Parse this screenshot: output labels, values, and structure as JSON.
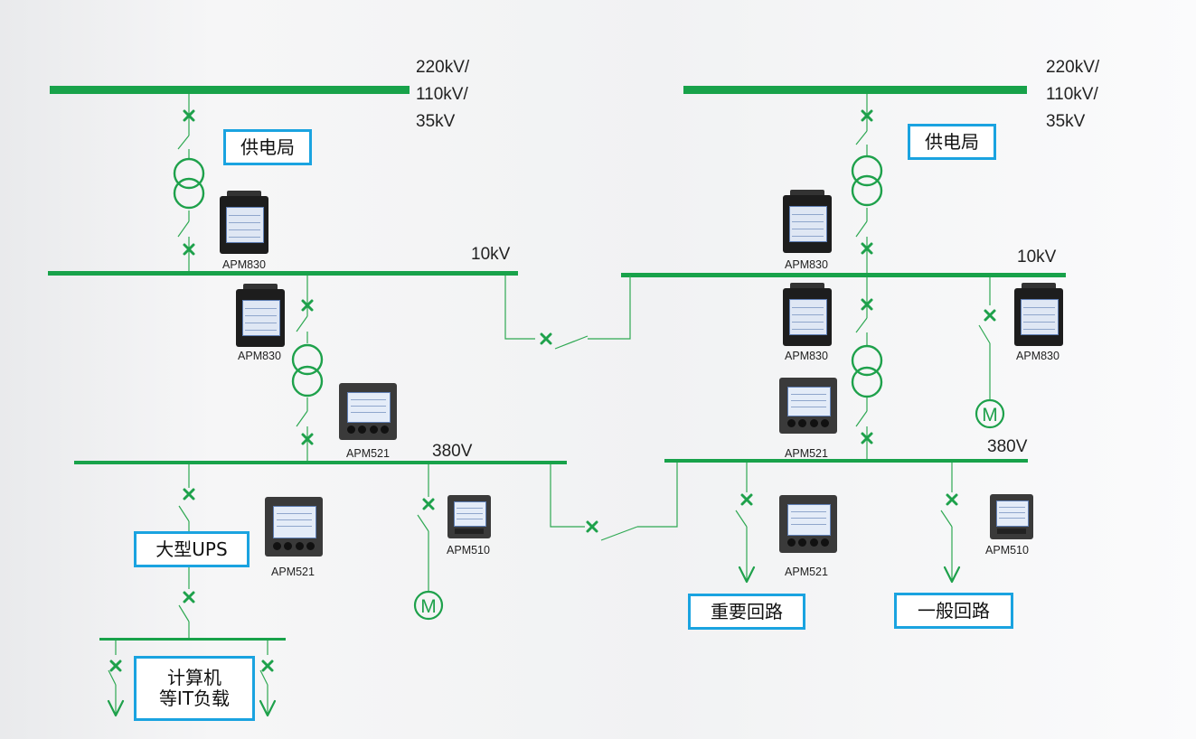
{
  "voltages": {
    "hv_left": [
      "220kV/",
      "110kV/",
      "35kV"
    ],
    "hv_right": [
      "220kV/",
      "110kV/",
      "35kV"
    ],
    "mv_left": "10kV",
    "mv_right": "10kV",
    "lv_left": "380V",
    "lv_right": "380V"
  },
  "boxes": {
    "utility_left": "供电局",
    "utility_right": "供电局",
    "ups": "大型UPS",
    "it_load_line1": "计算机",
    "it_load_line2": "等IT负载",
    "important_circuit": "重要回路",
    "general_circuit": "一般回路"
  },
  "meters": {
    "l_mv_incoming": "APM830",
    "l_mv_feeder": "APM830",
    "l_lv_incoming": "APM521",
    "l_ups": "APM521",
    "l_motor": "APM510",
    "r_mv_incoming": "APM830",
    "r_mv_feeder": "APM830",
    "r_motor_mv": "APM830",
    "r_lv_incoming": "APM521",
    "r_important": "APM521",
    "r_general": "APM510"
  },
  "motor_symbol": "M",
  "colors": {
    "bus": "#18a24a",
    "box_border": "#1aa3e0"
  }
}
